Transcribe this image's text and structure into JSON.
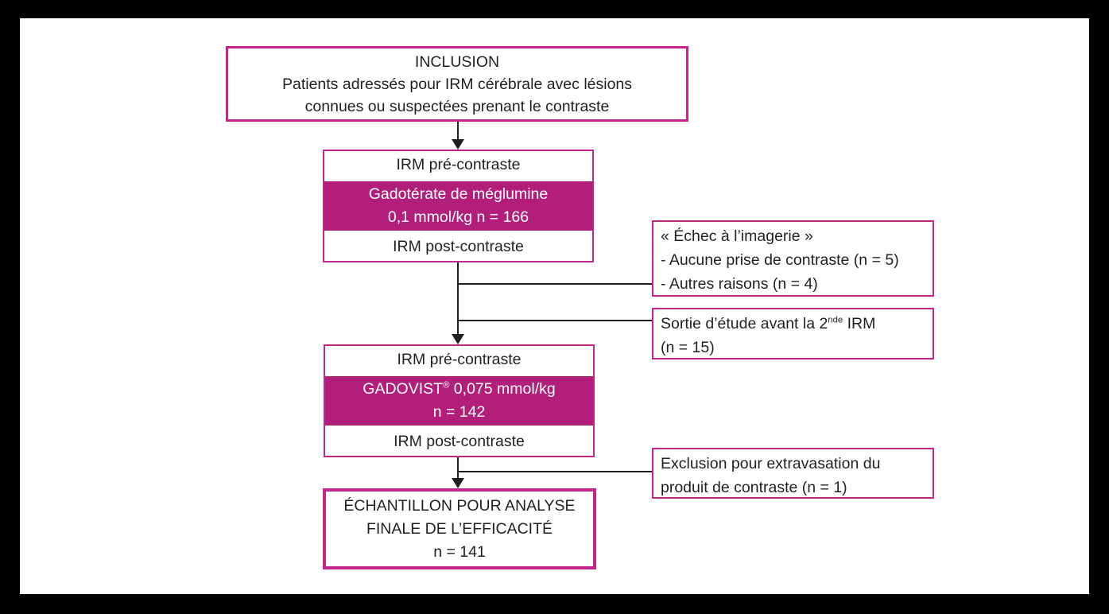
{
  "colors": {
    "magenta_fill": "#b11f7b",
    "box_border": "#c2268a",
    "outer_frame": "#000000",
    "text": "#231f20",
    "band_text": "#ffffff"
  },
  "flowchart": {
    "inclusion_box": {
      "line1": "INCLUSION",
      "line2": "Patients adressés pour IRM cérébrale avec lésions",
      "line3": "connues ou suspectées prenant le contraste"
    },
    "first_protocol_box": {
      "pre_label": "IRM pré-contraste",
      "agent_line1": "Gadotérate de méglumine",
      "agent_line2": "0,1 mmol/kg n = 166",
      "post_label": "IRM post-contraste"
    },
    "imaging_failure_box": {
      "line1": "« Échec à l’imagerie »",
      "line2": "- Aucune prise de contraste (n = 5)",
      "line3": "- Autres raisons (n = 4)"
    },
    "dropout_box": {
      "line1_part1": "Sortie d’étude avant la 2",
      "line1_sup": "nde",
      "line1_part2": " IRM",
      "line2": "(n = 15)"
    },
    "second_protocol_box": {
      "pre_label": "IRM pré-contraste",
      "agent_name": "GADOVIST",
      "agent_reg": "®",
      "agent_dose": " 0,075 mmol/kg",
      "agent_line2": "n = 142",
      "post_label": "IRM post-contraste"
    },
    "exclusion_box": {
      "line1": "Exclusion pour extravasation du",
      "line2": "produit de contraste (n = 1)"
    },
    "final_box": {
      "line1": "ÉCHANTILLON POUR ANALYSE",
      "line2": "FINALE DE L’EFFICACITÉ",
      "line3": "n = 141"
    }
  }
}
